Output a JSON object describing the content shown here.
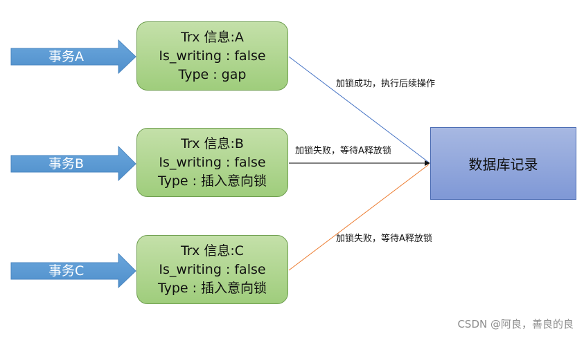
{
  "transactions": [
    {
      "arrow_label": "事务A",
      "info": "Trx 信息:A",
      "writing": "Is_writing : false",
      "type": "Type : gap"
    },
    {
      "arrow_label": "事务B",
      "info": "Trx 信息:B",
      "writing": "Is_writing : false",
      "type": "Type : 插入意向锁"
    },
    {
      "arrow_label": "事务C",
      "info": "Trx 信息:C",
      "writing": "Is_writing : false",
      "type": "Type : 插入意向锁"
    }
  ],
  "edges": [
    {
      "label": "加锁成功，执行后续操作",
      "color": "#4472c4"
    },
    {
      "label": "加锁失败，等待A释放锁",
      "color": "#000000"
    },
    {
      "label": "加锁失败，等待A释放锁",
      "color": "#ed7d31"
    }
  ],
  "record": {
    "label": "数据库记录"
  },
  "watermark": "CSDN @阿良，善良的良",
  "colors": {
    "arrow_fill": "#5b9bd5",
    "trx_fill": "#a9d18e",
    "record_fill": "#8faadc"
  }
}
